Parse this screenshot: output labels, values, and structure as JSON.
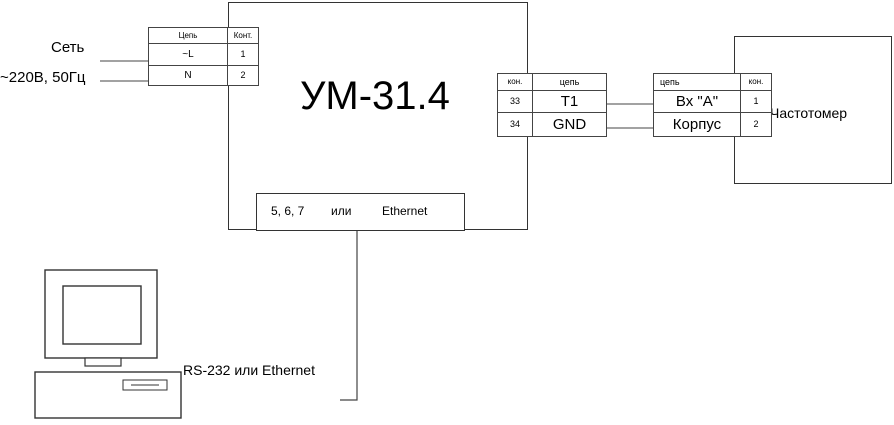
{
  "power": {
    "label": "Сеть",
    "spec": "~220В, 50Гц",
    "table": {
      "headers": [
        "Цепь",
        "Конт."
      ],
      "rows": [
        {
          "net": "~L",
          "pin": "1"
        },
        {
          "net": "N",
          "pin": "2"
        }
      ]
    }
  },
  "device": {
    "title": "УМ-31.4",
    "bottom_port": {
      "pins": "5, 6, 7",
      "or": "или",
      "alt": "Ethernet"
    },
    "right_table": {
      "headers": [
        "кон.",
        "цепь"
      ],
      "rows": [
        {
          "pin": "33",
          "net": "T1"
        },
        {
          "pin": "34",
          "net": "GND"
        }
      ]
    }
  },
  "counter": {
    "label": "Частотомер",
    "table": {
      "headers": [
        "цепь",
        "кон."
      ],
      "rows": [
        {
          "net": "Вх \"А\"",
          "pin": "1"
        },
        {
          "net": "Корпус",
          "pin": "2"
        }
      ]
    }
  },
  "computer": {
    "link_label": "RS-232 или Ethernet"
  }
}
